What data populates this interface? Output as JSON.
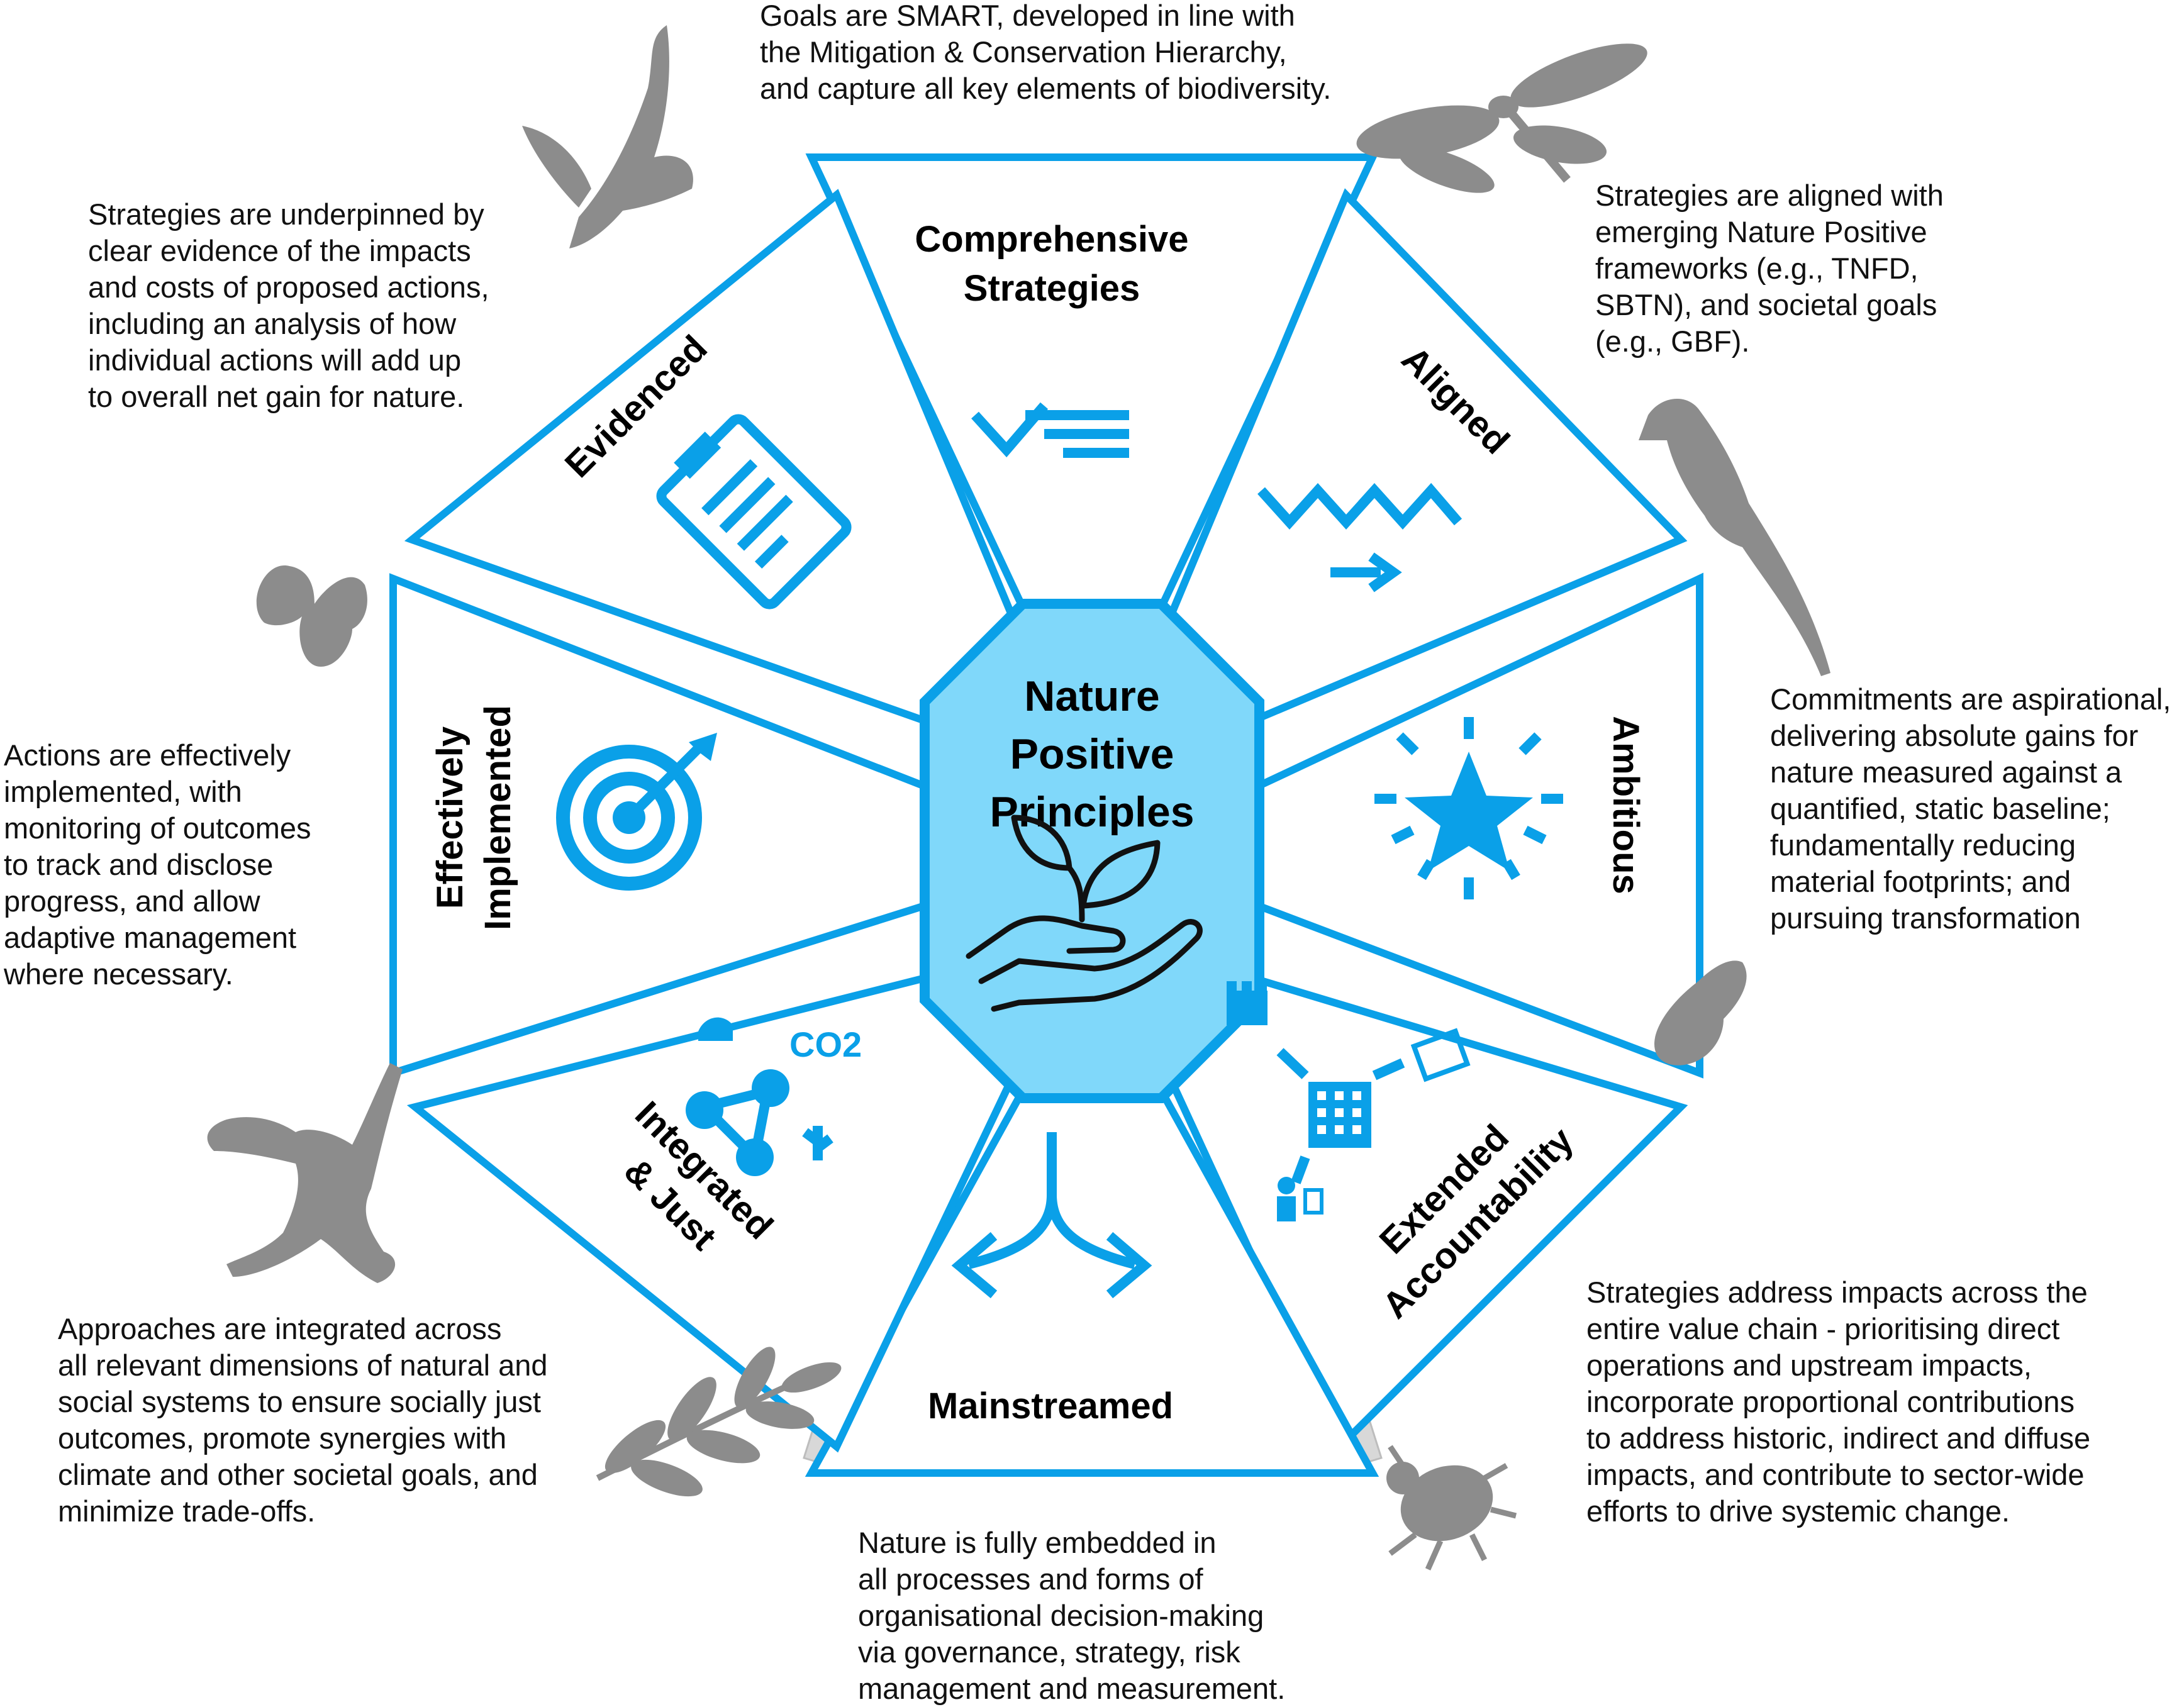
{
  "center": {
    "line1": "Nature",
    "line2": "Positive",
    "line3": "Principles"
  },
  "principles": {
    "comprehensive": {
      "line1": "Comprehensive",
      "line2": "Strategies"
    },
    "aligned": {
      "line1": "Aligned"
    },
    "ambitious": {
      "line1": "Ambitious"
    },
    "extended": {
      "line1": "Extended",
      "line2": "Accountability"
    },
    "mainstreamed": {
      "line1": "Mainstreamed"
    },
    "integrated": {
      "line1": "Integrated",
      "line2": "& Just"
    },
    "implemented": {
      "line1": "Effectively",
      "line2": "Implemented"
    },
    "evidenced": {
      "line1": "Evidenced"
    }
  },
  "descriptions": {
    "comprehensive": "Goals are SMART, developed in line with\nthe Mitigation & Conservation Hierarchy,\nand capture all key elements of biodiversity.",
    "evidenced": "Strategies are underpinned by\nclear evidence of the impacts\nand costs of proposed actions,\nincluding an analysis of how\nindividual actions will add up\nto overall net gain for nature.",
    "aligned": "Strategies are aligned with\nemerging Nature Positive\nframeworks (e.g., TNFD,\nSBTN), and societal goals\n(e.g., GBF).",
    "implemented": "Actions are effectively\nimplemented, with\nmonitoring of outcomes\nto track and disclose\nprogress, and allow\nadaptive management\nwhere necessary.",
    "ambitious": "Commitments are aspirational,\ndelivering absolute gains for\nnature measured against a\nquantified, static baseline;\nfundamentally reducing\nmaterial footprints; and\npursuing transformation",
    "integrated": "Approaches are integrated across\nall relevant dimensions of natural and\nsocial systems to ensure socially just\noutcomes, promote synergies with\nclimate and other societal goals, and\nminimize trade-offs.",
    "extended": "Strategies address impacts across the\nentire value chain - prioritising direct\noperations and upstream impacts,\nincorporate proportional contributions\nto address historic, indirect and diffuse\nimpacts, and contribute to sector-wide\nefforts to drive systemic change.",
    "mainstreamed": "Nature is fully embedded in\nall processes and forms of\norganisational decision-making\nvia governance, strategy, risk\nmanagement and measurement."
  },
  "icons": {
    "comprehensive": "checklist-icon",
    "aligned": "zigzag-arrow-icon",
    "ambitious": "star-burst-icon",
    "extended": "value-chain-icon",
    "mainstreamed": "branching-arrows-icon",
    "integrated": "network-co2-icon",
    "implemented": "target-icon",
    "evidenced": "clipboard-icon",
    "center": "hand-seedling-icon"
  },
  "integrated_icon_text": "CO2",
  "colors": {
    "accent": "#0aa0e8",
    "center_fill": "#80d8fa",
    "connector": "#d8d8d8",
    "silhouette": "#8c8c8c"
  }
}
